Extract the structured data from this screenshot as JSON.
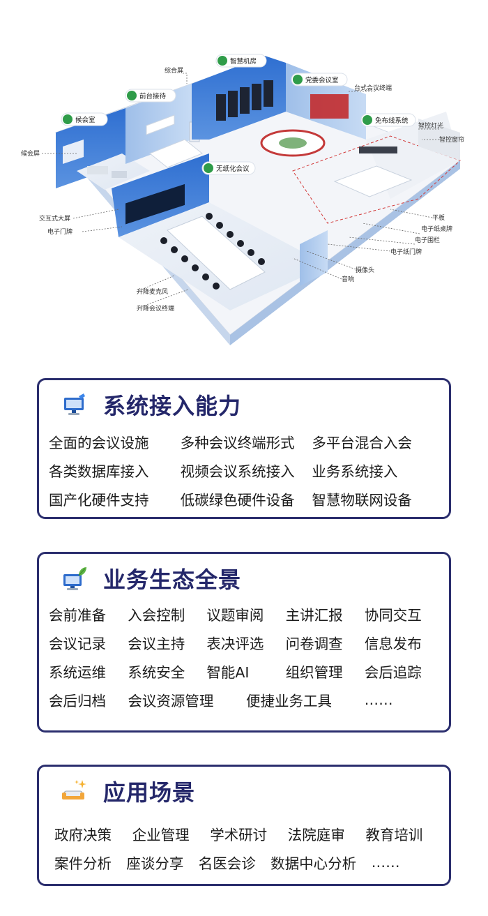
{
  "floorplan": {
    "rooms": [
      {
        "key": "waiting",
        "label": "候会室",
        "icon": "sofa-icon"
      },
      {
        "key": "reception",
        "label": "前台接待",
        "icon": "person-icon"
      },
      {
        "key": "server",
        "label": "智慧机房",
        "icon": "server-icon"
      },
      {
        "key": "party",
        "label": "党委会议室",
        "icon": "flag-icon"
      },
      {
        "key": "wireless",
        "label": "免布线系统",
        "icon": "wireless-icon"
      },
      {
        "key": "paperless",
        "label": "无纸化会议",
        "icon": "person-icon"
      }
    ],
    "callouts": [
      "综合屏",
      "候会屏",
      "台式会议终端",
      "智控灯光",
      "智控窗帘",
      "交互式大屏",
      "电子门牌",
      "平板",
      "电子纸桌牌",
      "电子围栏",
      "电子纸门牌",
      "摄像头",
      "音响",
      "升降麦克风",
      "升降会议终端"
    ]
  },
  "cards": [
    {
      "title": "系统接入能力",
      "icon": "monitor-connect-icon",
      "rows": [
        [
          "全面的会议设施",
          "多种会议终端形式",
          "多平台混合入会"
        ],
        [
          "各类数据库接入",
          "视频会议系统接入",
          "业务系统接入"
        ],
        [
          "国产化硬件支持",
          "低碳绿色硬件设备",
          "智慧物联网设备"
        ]
      ]
    },
    {
      "title": "业务生态全景",
      "icon": "eco-monitor-icon",
      "rows": [
        [
          "会前准备",
          "入会控制",
          "议题审阅",
          "主讲汇报",
          "协同交互"
        ],
        [
          "会议记录",
          "会议主持",
          "表决评选",
          "问卷调查",
          "信息发布"
        ],
        [
          "系统运维",
          "系统安全",
          "智能AI",
          "组织管理",
          "会后追踪"
        ],
        [
          "会后归档",
          "会议资源管理",
          "便捷业务工具",
          "……"
        ]
      ]
    },
    {
      "title": "应用场景",
      "icon": "sofa-sparkle-icon",
      "rows": [
        [
          "政府决策",
          "企业管理",
          "学术研讨",
          "法院庭审",
          "教育培训"
        ],
        [
          "案件分析",
          "座谈分享",
          "名医会诊",
          "数据中心分析",
          "……"
        ]
      ]
    }
  ]
}
